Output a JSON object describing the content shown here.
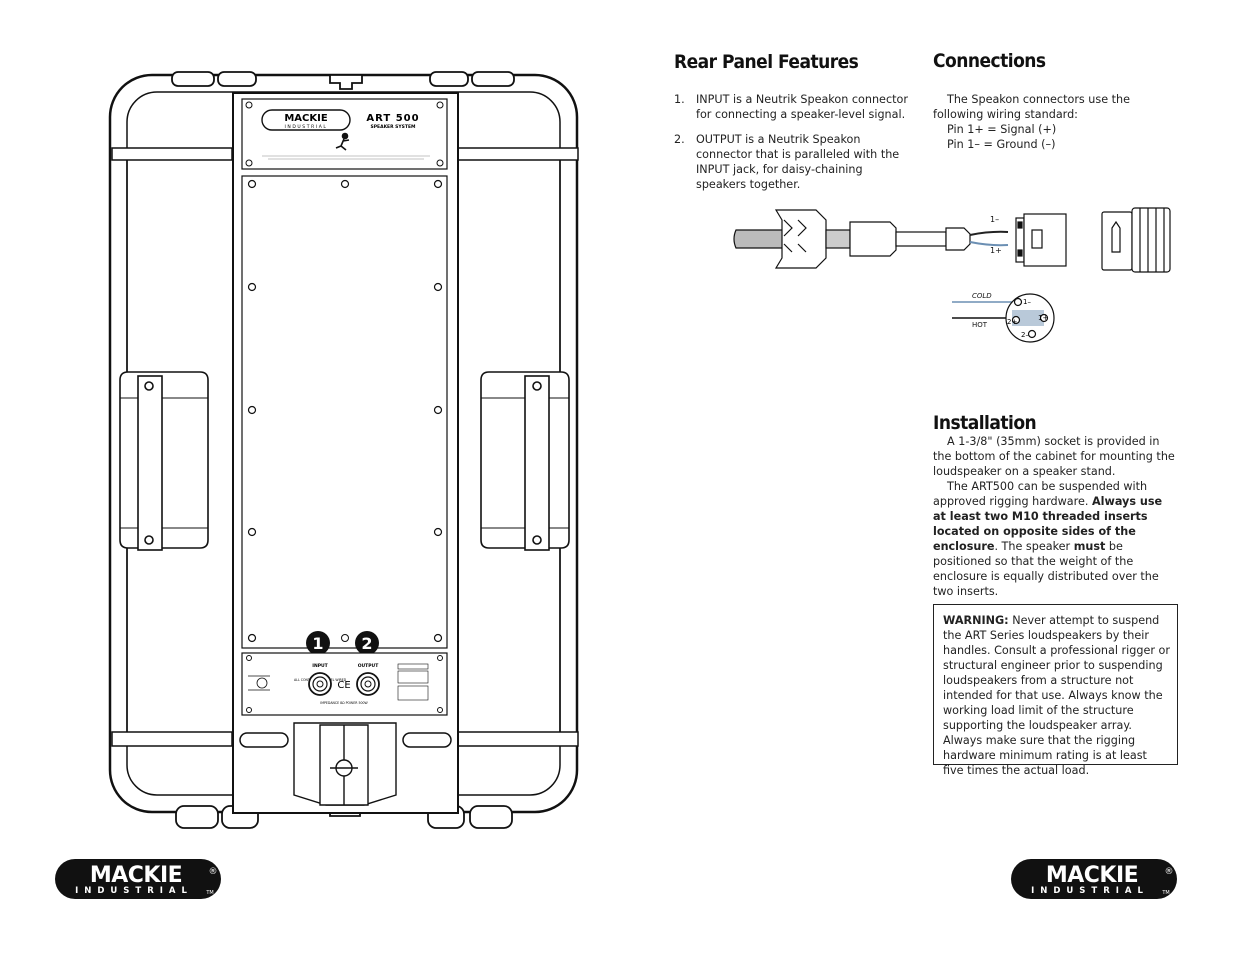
{
  "rear_panel": {
    "title": "Rear Panel Features",
    "items": [
      {
        "num": "1.",
        "text": "INPUT is a Neutrik Speakon connector for connecting a speaker-level signal."
      },
      {
        "num": "2.",
        "text": "OUTPUT is a Neutrik Speakon connector that is paralleled with the INPUT jack, for daisy-chaining speakers together."
      }
    ]
  },
  "connections": {
    "title": "Connections",
    "intro": "The Speakon connectors use the following wiring standard:",
    "pin_signal": "Pin 1+ = Signal (+)",
    "pin_ground": "Pin 1– = Ground (–)"
  },
  "diagram": {
    "wire_minus": "1–",
    "wire_plus": "1+",
    "cold": "COLD",
    "hot": "HOT",
    "pin_1_minus": "1–",
    "pin_1_plus": "1+",
    "pin_2_plus": "2+",
    "pin_2_minus": "2–"
  },
  "installation": {
    "title": "Installation",
    "p1": "A 1-3/8\" (35mm) socket is provided in the bottom of the cabinet for mounting the loudspeaker on a speaker stand.",
    "p2_a": "The ART500 can be suspended with approved rigging hardware. ",
    "p2_bold": "Always use at least two M10 threaded inserts located on opposite sides of the enclosure",
    "p2_b": ". The speaker ",
    "p2_must": "must",
    "p2_c": " be positioned so that the weight of the enclosure is equally distributed over the two inserts."
  },
  "warning": {
    "label": "WARNING:",
    "text": " Never attempt to suspend the ART Series loudspeakers by their handles. Consult a professional rigger or structural engineer prior to suspending loudspeakers from a structure not intended for that use. Always know the working load limit of the structure supporting the loudspeaker array. Always make sure that the rigging hardware minimum rating is at least five times the actual load."
  },
  "speaker": {
    "brand_top": "MACKIE",
    "brand_bottom": "INDUSTRIAL",
    "model": "ART 500",
    "model_sub": "SPEAKER SYSTEM",
    "callout_1": "1",
    "callout_2": "2",
    "input_label": "INPUT",
    "output_label": "OUTPUT",
    "all_contacts": "ALL CONTACTS PARALLEL WIRED",
    "impedance": "IMPEDANCE 8Ω POWER 500W",
    "ce_mark": "CE"
  },
  "logos": {
    "brand_top": "MACKIE",
    "brand_bottom": "INDUSTRIAL",
    "registered": "®",
    "trademark": "TM"
  }
}
